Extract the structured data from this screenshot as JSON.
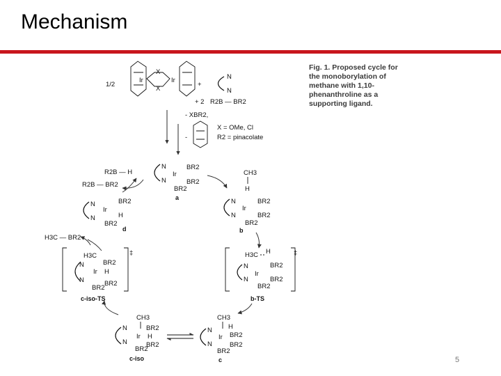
{
  "slide": {
    "title": "Mechanism",
    "page_number": "5"
  },
  "caption": "Fig. 1. Proposed cycle for the monoborylation of methane with 1,10-phenanthroline as a supporting ligand.",
  "text": {
    "half": "1/2",
    "plus": "+",
    "x": "X",
    "ir": "Ir",
    "n": "N",
    "h": "H",
    "bor2": "BR2",
    "plus_two": "+ 2",
    "b2r4": "R2B — BR2",
    "minus_xbr2": "- XBR2,",
    "minus": "-",
    "x_def": "X = OMe, Cl",
    "r2_def": "R2 = pinacolate",
    "r2bh": "R2B — H",
    "r2bbr2": "R2B — BR2",
    "ch3": "CH3",
    "h3cbr2": "H3C — BR2",
    "h3c": "H3C",
    "dagger": "‡"
  },
  "labels": {
    "a": "a",
    "b": "b",
    "b_ts": "b-TS",
    "c": "c",
    "c_iso": "c-iso",
    "c_iso_ts": "c-iso-TS",
    "d": "d"
  }
}
